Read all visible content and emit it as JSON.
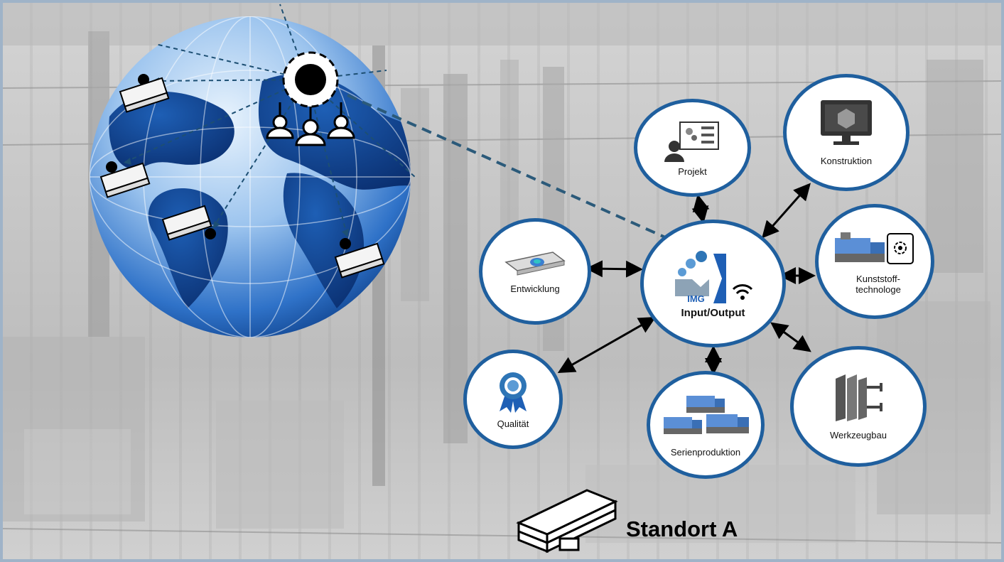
{
  "diagram": {
    "center": {
      "logo_text": "IMG",
      "label": "Input/Output"
    },
    "nodes": [
      {
        "id": "projekt",
        "label": "Projekt",
        "icon": "project-dashboard-icon"
      },
      {
        "id": "konstruktion",
        "label": "Konstruktion",
        "icon": "monitor-cube-icon"
      },
      {
        "id": "kunststoff",
        "label": "Kunststoff-\ntechnologe",
        "icon": "machine-touch-gear-icon"
      },
      {
        "id": "werkzeugbau",
        "label": "Werkzeugbau",
        "icon": "mold-tool-icon"
      },
      {
        "id": "serienproduktion",
        "label": "Serienproduktion",
        "icon": "machines-icon"
      },
      {
        "id": "qualitaet",
        "label": "Qualität",
        "icon": "award-badge-icon"
      },
      {
        "id": "entwicklung",
        "label": "Entwicklung",
        "icon": "part-model-icon"
      }
    ],
    "location_label": "Standort A",
    "colors": {
      "node_border": "#1f5f9e",
      "globe_dark": "#0d3f8a",
      "globe_light": "#cfe3f7",
      "arrow": "#000000",
      "dash": "#2b5a7a"
    }
  }
}
